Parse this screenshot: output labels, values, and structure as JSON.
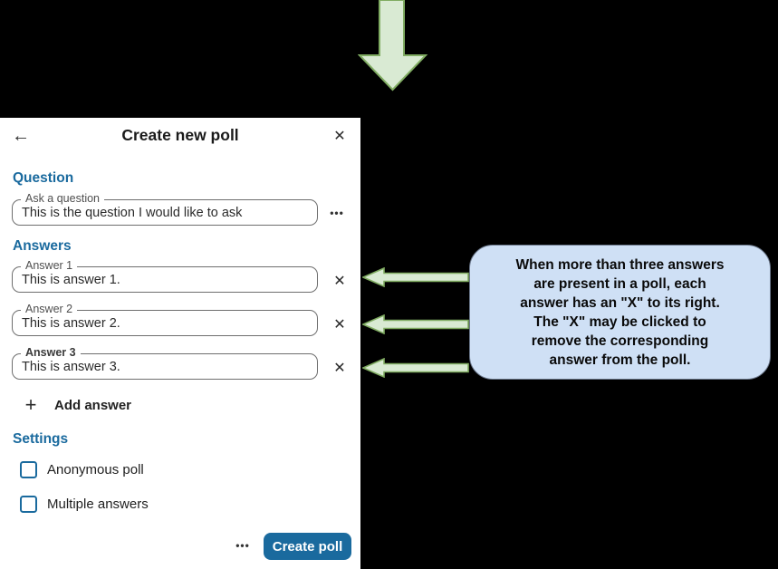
{
  "dialog": {
    "title": "Create new poll",
    "question": {
      "heading": "Question",
      "label": "Ask a question",
      "value": "This is the question I would like to ask"
    },
    "answers": {
      "heading": "Answers",
      "items": [
        {
          "label": "Answer 1",
          "value": "This is answer 1."
        },
        {
          "label": "Answer 2",
          "value": "This is answer 2."
        },
        {
          "label": "Answer 3",
          "value": "This is answer 3."
        }
      ]
    },
    "add_answer_label": "Add answer",
    "settings": {
      "heading": "Settings",
      "options": [
        {
          "label": "Anonymous poll",
          "checked": false
        },
        {
          "label": "Multiple answers",
          "checked": false
        }
      ]
    },
    "create_button_label": "Create poll"
  },
  "icons": {
    "back": "←",
    "close": "✕",
    "remove": "✕",
    "plus": "+",
    "more": "•••"
  },
  "annotation": {
    "lines": [
      "When more than three answers",
      "are present in a poll, each",
      "answer has an \"X\" to its right.",
      "The \"X\" may be clicked to",
      "remove the corresponding",
      "answer from the poll."
    ]
  },
  "colors": {
    "accent_blue": "#1a6a9e",
    "callout_bg": "#cfe0f5",
    "callout_border": "#6a7689",
    "arrow_fill": "#d9ead3",
    "arrow_border": "#80ac62",
    "background": "#000000"
  }
}
